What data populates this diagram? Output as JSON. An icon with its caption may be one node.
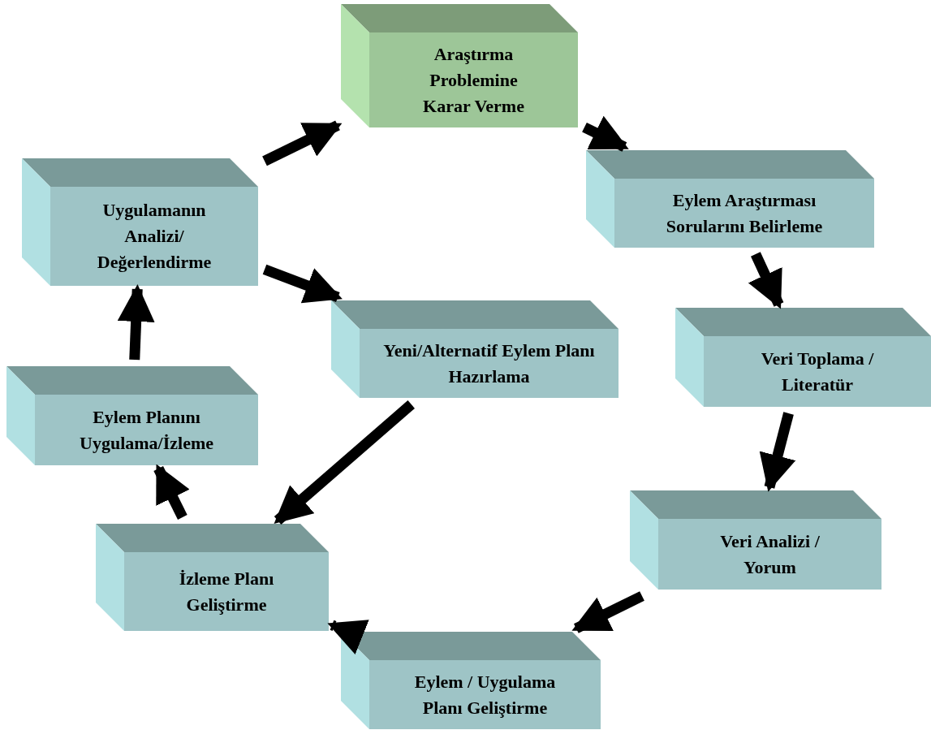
{
  "diagram": {
    "nodes": [
      {
        "text": [
          "Araştırma Problemine Karar Verme"
        ]
      },
      {
        "text": [
          "Eylem Araştırması Sorularını Belirleme"
        ]
      },
      {
        "text": [
          "Veri Toplama / Literatür"
        ]
      },
      {
        "text": [
          "Veri Analizi / Yorum"
        ]
      },
      {
        "text": [
          "Eylem / Uygulama Planı Geliştirme"
        ]
      },
      {
        "text": [
          "İzleme Planı Geliştirme"
        ]
      },
      {
        "text": [
          "Eylem Planını Uygulama/İzleme"
        ]
      },
      {
        "text": [
          "Uygulamanın Analizi/ Değerlendirme"
        ]
      },
      {
        "text": [
          "Yeni/Alternatif Eylem Planı Hazırlama"
        ]
      }
    ],
    "edges": [
      {
        "from": 0,
        "to": 1,
        "arrow": "to"
      },
      {
        "from": 1,
        "to": 2,
        "arrow": "to"
      },
      {
        "from": 2,
        "to": 3,
        "arrow": "to"
      },
      {
        "from": 3,
        "to": 4,
        "arrow": "to"
      },
      {
        "from": 4,
        "to": 5,
        "arrow": "to"
      },
      {
        "from": 5,
        "to": 6,
        "arrow": "to"
      },
      {
        "from": 6,
        "to": 7,
        "arrow": "to"
      },
      {
        "from": 7,
        "to": 0,
        "arrow": "to"
      },
      {
        "from": 7,
        "to": 8,
        "arrow": "to"
      },
      {
        "from": 8,
        "to": 5,
        "arrow": "to"
      }
    ]
  }
}
